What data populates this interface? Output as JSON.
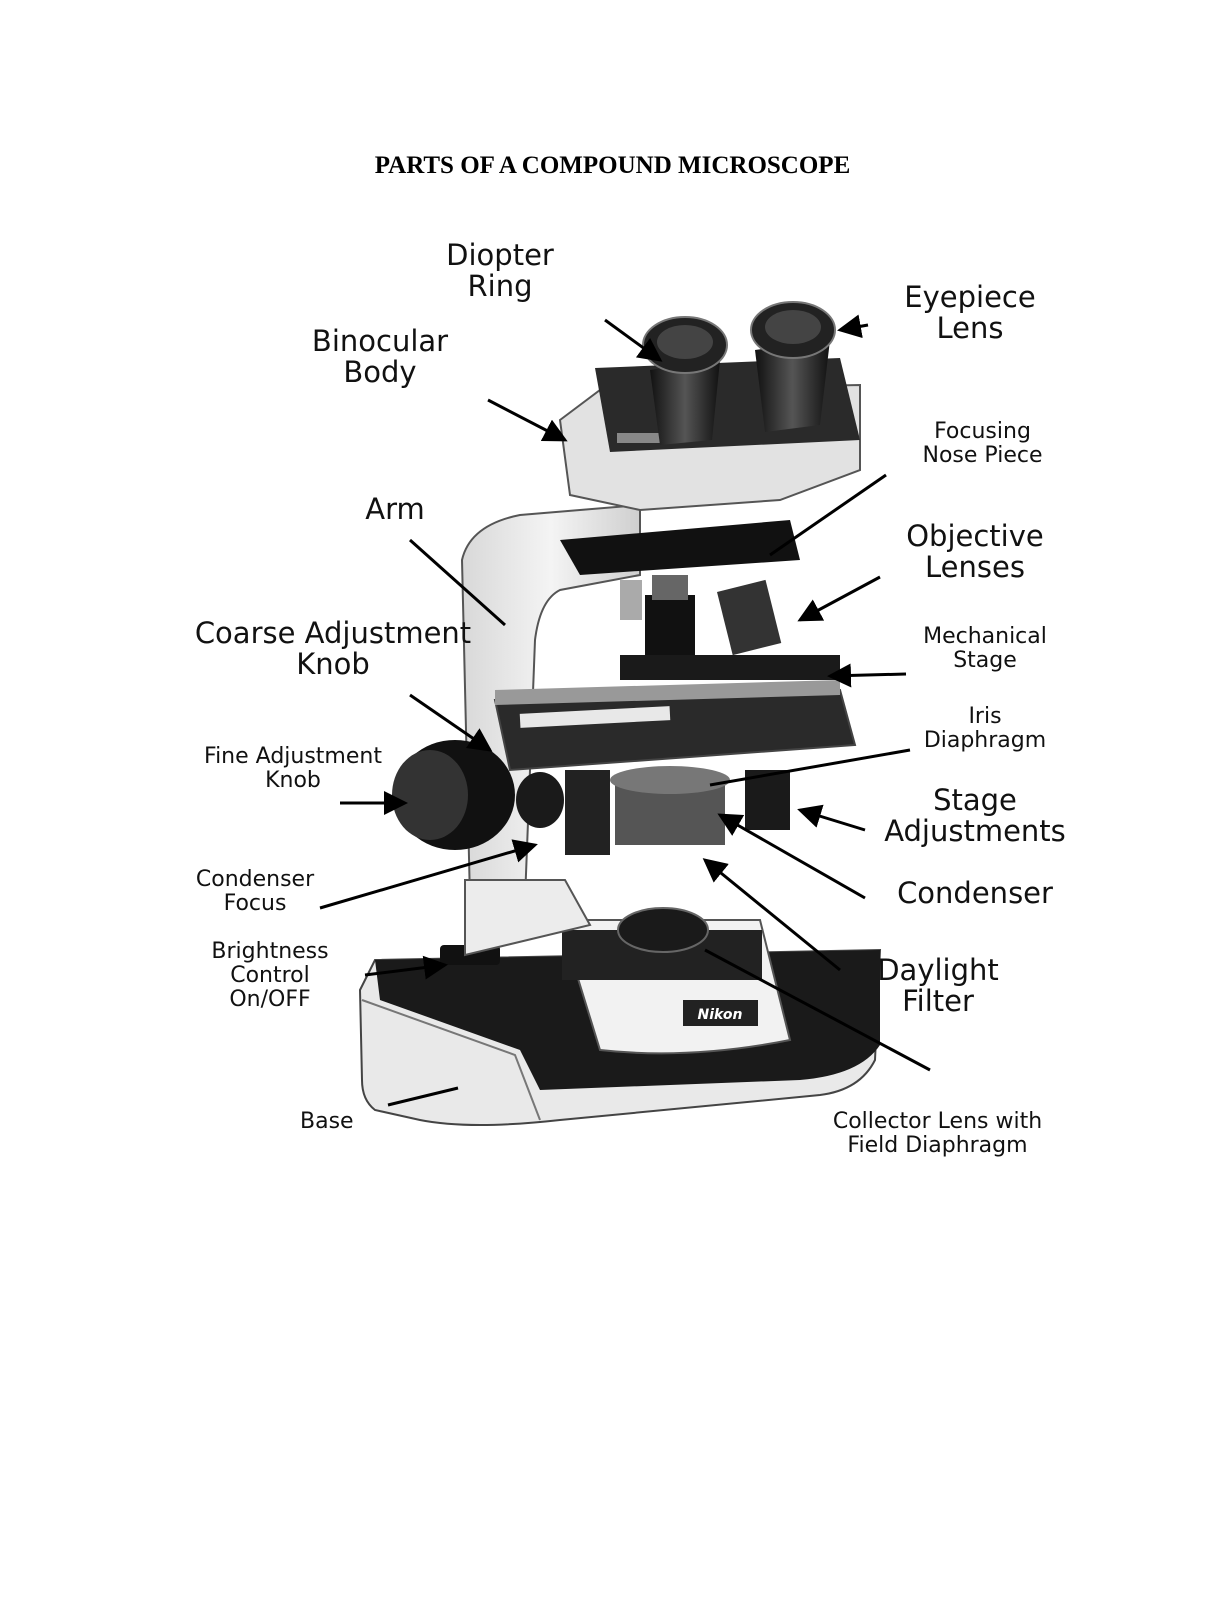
{
  "title": "PARTS OF A COMPOUND MICROSCOPE",
  "brand": "Nikon",
  "labels": {
    "diopter_ring": [
      "Diopter",
      "Ring"
    ],
    "eyepiece_lens": [
      "Eyepiece",
      "Lens"
    ],
    "binocular_body": [
      "Binocular",
      "Body"
    ],
    "focusing_nose_piece": [
      "Focusing",
      "Nose Piece"
    ],
    "arm": [
      "Arm"
    ],
    "objective_lenses": [
      "Objective",
      "Lenses"
    ],
    "coarse_adjustment_knob": [
      "Coarse Adjustment",
      "Knob"
    ],
    "mechanical_stage": [
      "Mechanical",
      "Stage"
    ],
    "fine_adjustment_knob": [
      "Fine Adjustment",
      "Knob"
    ],
    "iris_diaphragm": [
      "Iris",
      "Diaphragm"
    ],
    "stage_adjustments": [
      "Stage",
      "Adjustments"
    ],
    "condenser_focus": [
      "Condenser",
      "Focus"
    ],
    "condenser": [
      "Condenser"
    ],
    "brightness_control": [
      "Brightness",
      "Control",
      "On/OFF"
    ],
    "daylight_filter": [
      "Daylight",
      "Filter"
    ],
    "base": [
      "Base"
    ],
    "collector_lens": [
      "Collector Lens with",
      "Field Diaphragm"
    ]
  }
}
